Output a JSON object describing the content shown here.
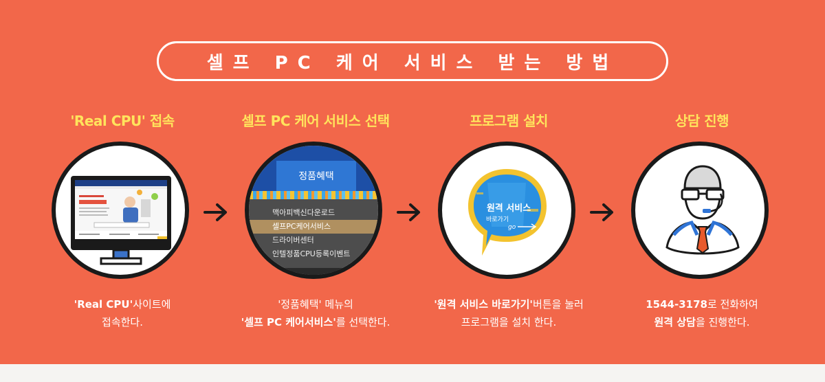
{
  "header": {
    "title": "셀프 PC 케어 서비스 받는 방법"
  },
  "steps": [
    {
      "title": "'Real CPU' 접속",
      "desc_line1_bold": "'Real CPU'",
      "desc_line1_rest": "사이트에",
      "desc_line2": "접속한다."
    },
    {
      "title": "셀프 PC 케어 서비스 선택",
      "desc_line1": "'정품혜택' 메뉴의",
      "desc_line2_bold": "'셀프 PC 케어서비스'",
      "desc_line2_rest": "를 선택한다."
    },
    {
      "title": "프로그램 설치",
      "desc_line1_bold": "'원격 서비스 바로가기'",
      "desc_line1_rest": "버튼을 눌러",
      "desc_line2": "프로그램을 설치 한다."
    },
    {
      "title": "상담 진행",
      "desc_line1_bold": "1544-3178",
      "desc_line1_rest": "로 전화하여",
      "desc_line2_bold": "원격 상담",
      "desc_line2_rest": "을 진행한다."
    }
  ],
  "menu": {
    "tab": "정품혜택",
    "items": [
      "맥아피백신다운로드",
      "셀프PC케어서비스",
      "드라이버센터",
      "인텔정품CPU등록이벤트"
    ],
    "selected_index": 1
  },
  "remote_bubble": {
    "title": "원격 서비스",
    "subtitle": "바로가기",
    "go": "go"
  },
  "colors": {
    "panel": "#f2674a",
    "step_title": "#ffe45c",
    "text": "#ffffff",
    "outline": "#1a1a1a"
  },
  "icons": [
    "monitor-icon",
    "arrow-right-icon",
    "speech-bubble-icon",
    "headset-agent-icon"
  ]
}
